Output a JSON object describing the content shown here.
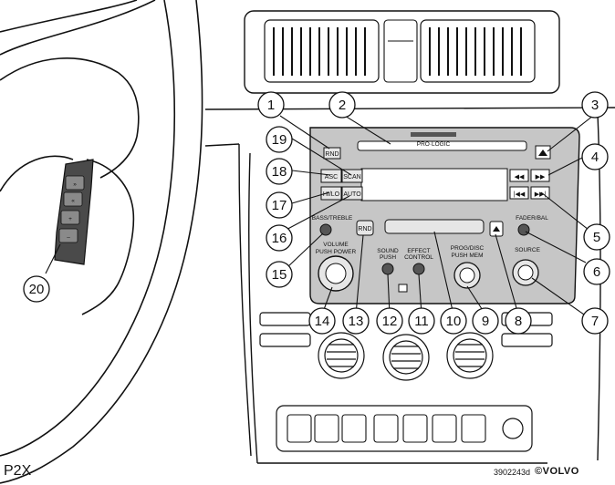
{
  "callouts": [
    "1",
    "2",
    "3",
    "4",
    "5",
    "6",
    "7",
    "8",
    "9",
    "10",
    "11",
    "12",
    "13",
    "14",
    "15",
    "16",
    "17",
    "18",
    "19",
    "20"
  ],
  "button_labels": {
    "rnd": "RND",
    "asc": "ASC",
    "scan": "SCAN",
    "hi_lo": "HI/LO",
    "auto": "AUTO",
    "rnd2": "RND",
    "bass_treble": "BASS/TREBLE",
    "volume": "VOLUME",
    "push_power": "PUSH POWER",
    "sound_push": "SOUND\nPUSH",
    "effect_control": "EFFECT\nCONTROL",
    "prog_disc": "PROG/DISC",
    "push_mem": "PUSH MEM",
    "fader_bal": "FADER/BAL",
    "source": "SOURCE",
    "pro_logic": "PRO·LOGIC"
  },
  "corner_label": "P2X",
  "reference_code": "3902243d",
  "brand": "VOLVO",
  "colors": {
    "panel": "#c6c6c6",
    "line": "#111111",
    "display": "#ffffff",
    "stalk": "#4a4a4a"
  }
}
